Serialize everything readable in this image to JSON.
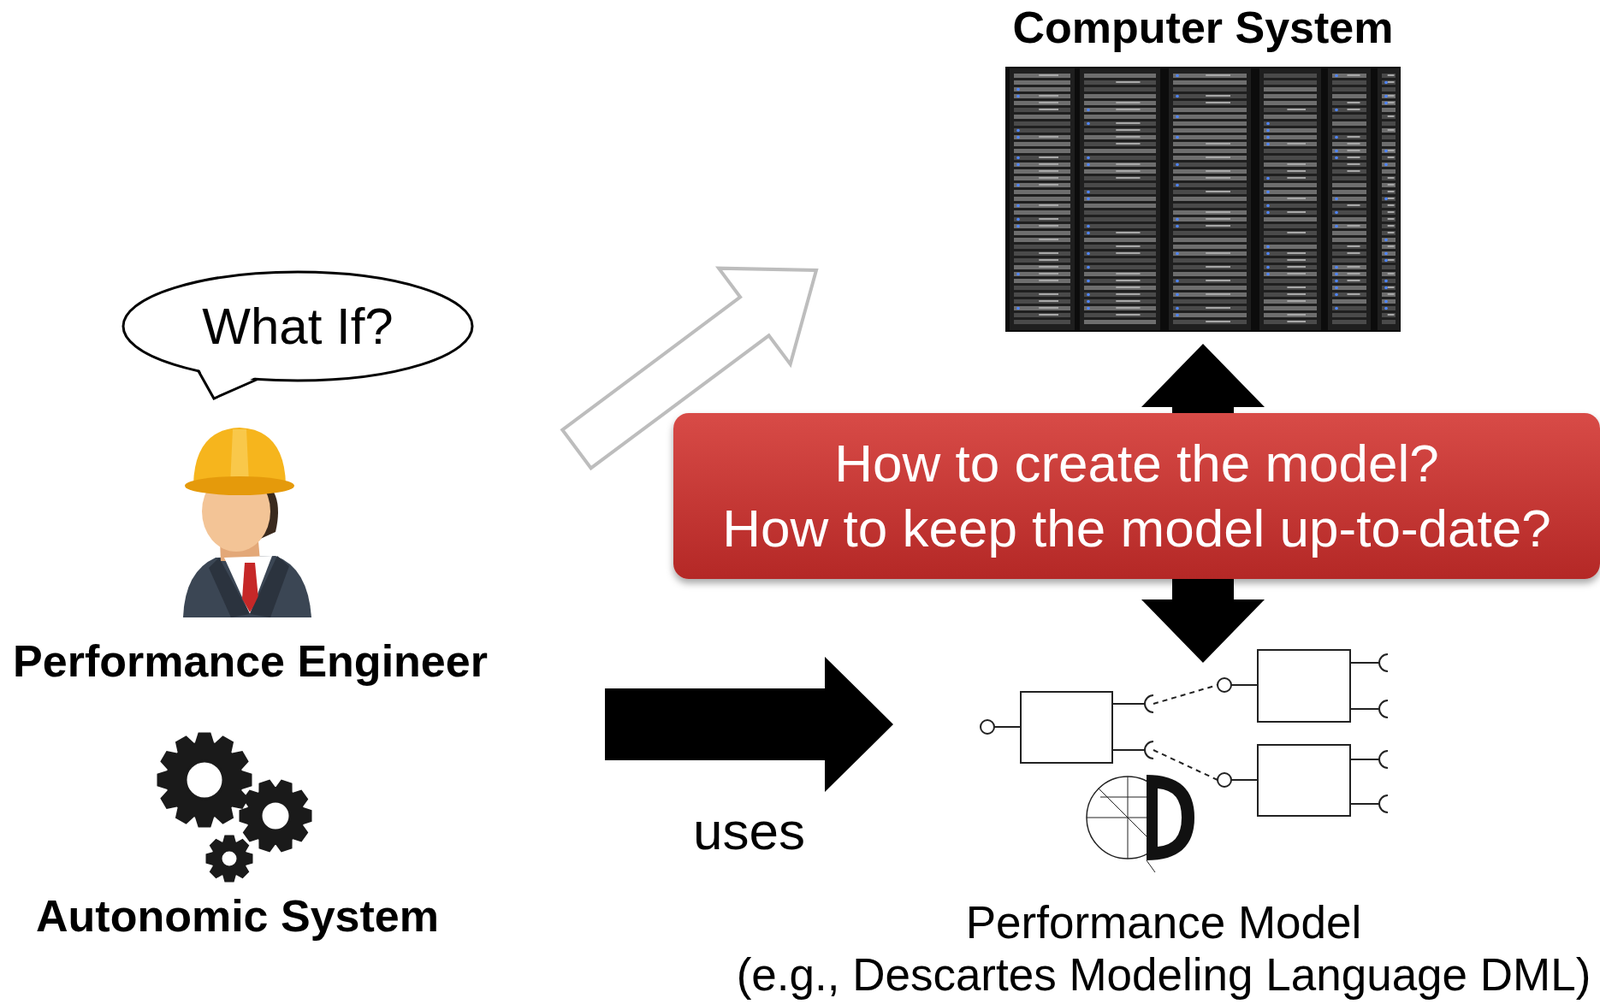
{
  "diagram": {
    "nodes": [
      {
        "text": [
          "What If?"
        ]
      },
      {
        "text": [
          "Performance Engineer"
        ]
      },
      {
        "text": [
          "Autonomic System"
        ]
      },
      {
        "text": [
          "Computer System"
        ]
      },
      {
        "text": [
          "How to create the model?",
          "How to keep the model up-to-date?"
        ]
      },
      {
        "text": [
          "Performance Model",
          "(e.g., Descartes Modeling Language DML)"
        ]
      }
    ],
    "edges": [
      {
        "from": 1,
        "to": 5,
        "arrow": "to",
        "label": "uses"
      },
      {
        "from": 1,
        "to": 3,
        "arrow": "to"
      },
      {
        "from": 3,
        "to": 5,
        "arrow": "both"
      }
    ]
  }
}
